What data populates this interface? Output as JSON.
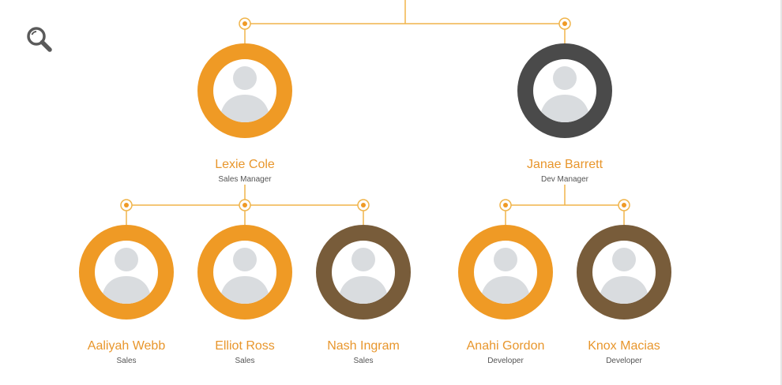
{
  "colors": {
    "accent": "#ef9a25",
    "line": "#f0b44a",
    "dark": "#4a4a4a",
    "brown": "#785c3a",
    "avatar_fill": "#d9dcdf",
    "name_text": "#e8962c"
  },
  "toolbar": {
    "zoom_icon": "magnifier-icon"
  },
  "managers": [
    {
      "name": "Lexie Cole",
      "role": "Sales Manager",
      "ring": "orange"
    },
    {
      "name": "Janae Barrett",
      "role": "Dev Manager",
      "ring": "dark"
    }
  ],
  "reports": [
    {
      "name": "Aaliyah Webb",
      "role": "Sales",
      "ring": "orange"
    },
    {
      "name": "Elliot Ross",
      "role": "Sales",
      "ring": "orange"
    },
    {
      "name": "Nash Ingram",
      "role": "Sales",
      "ring": "brown"
    },
    {
      "name": "Anahi Gordon",
      "role": "Developer",
      "ring": "orange"
    },
    {
      "name": "Knox Macias",
      "role": "Developer",
      "ring": "brown"
    }
  ]
}
